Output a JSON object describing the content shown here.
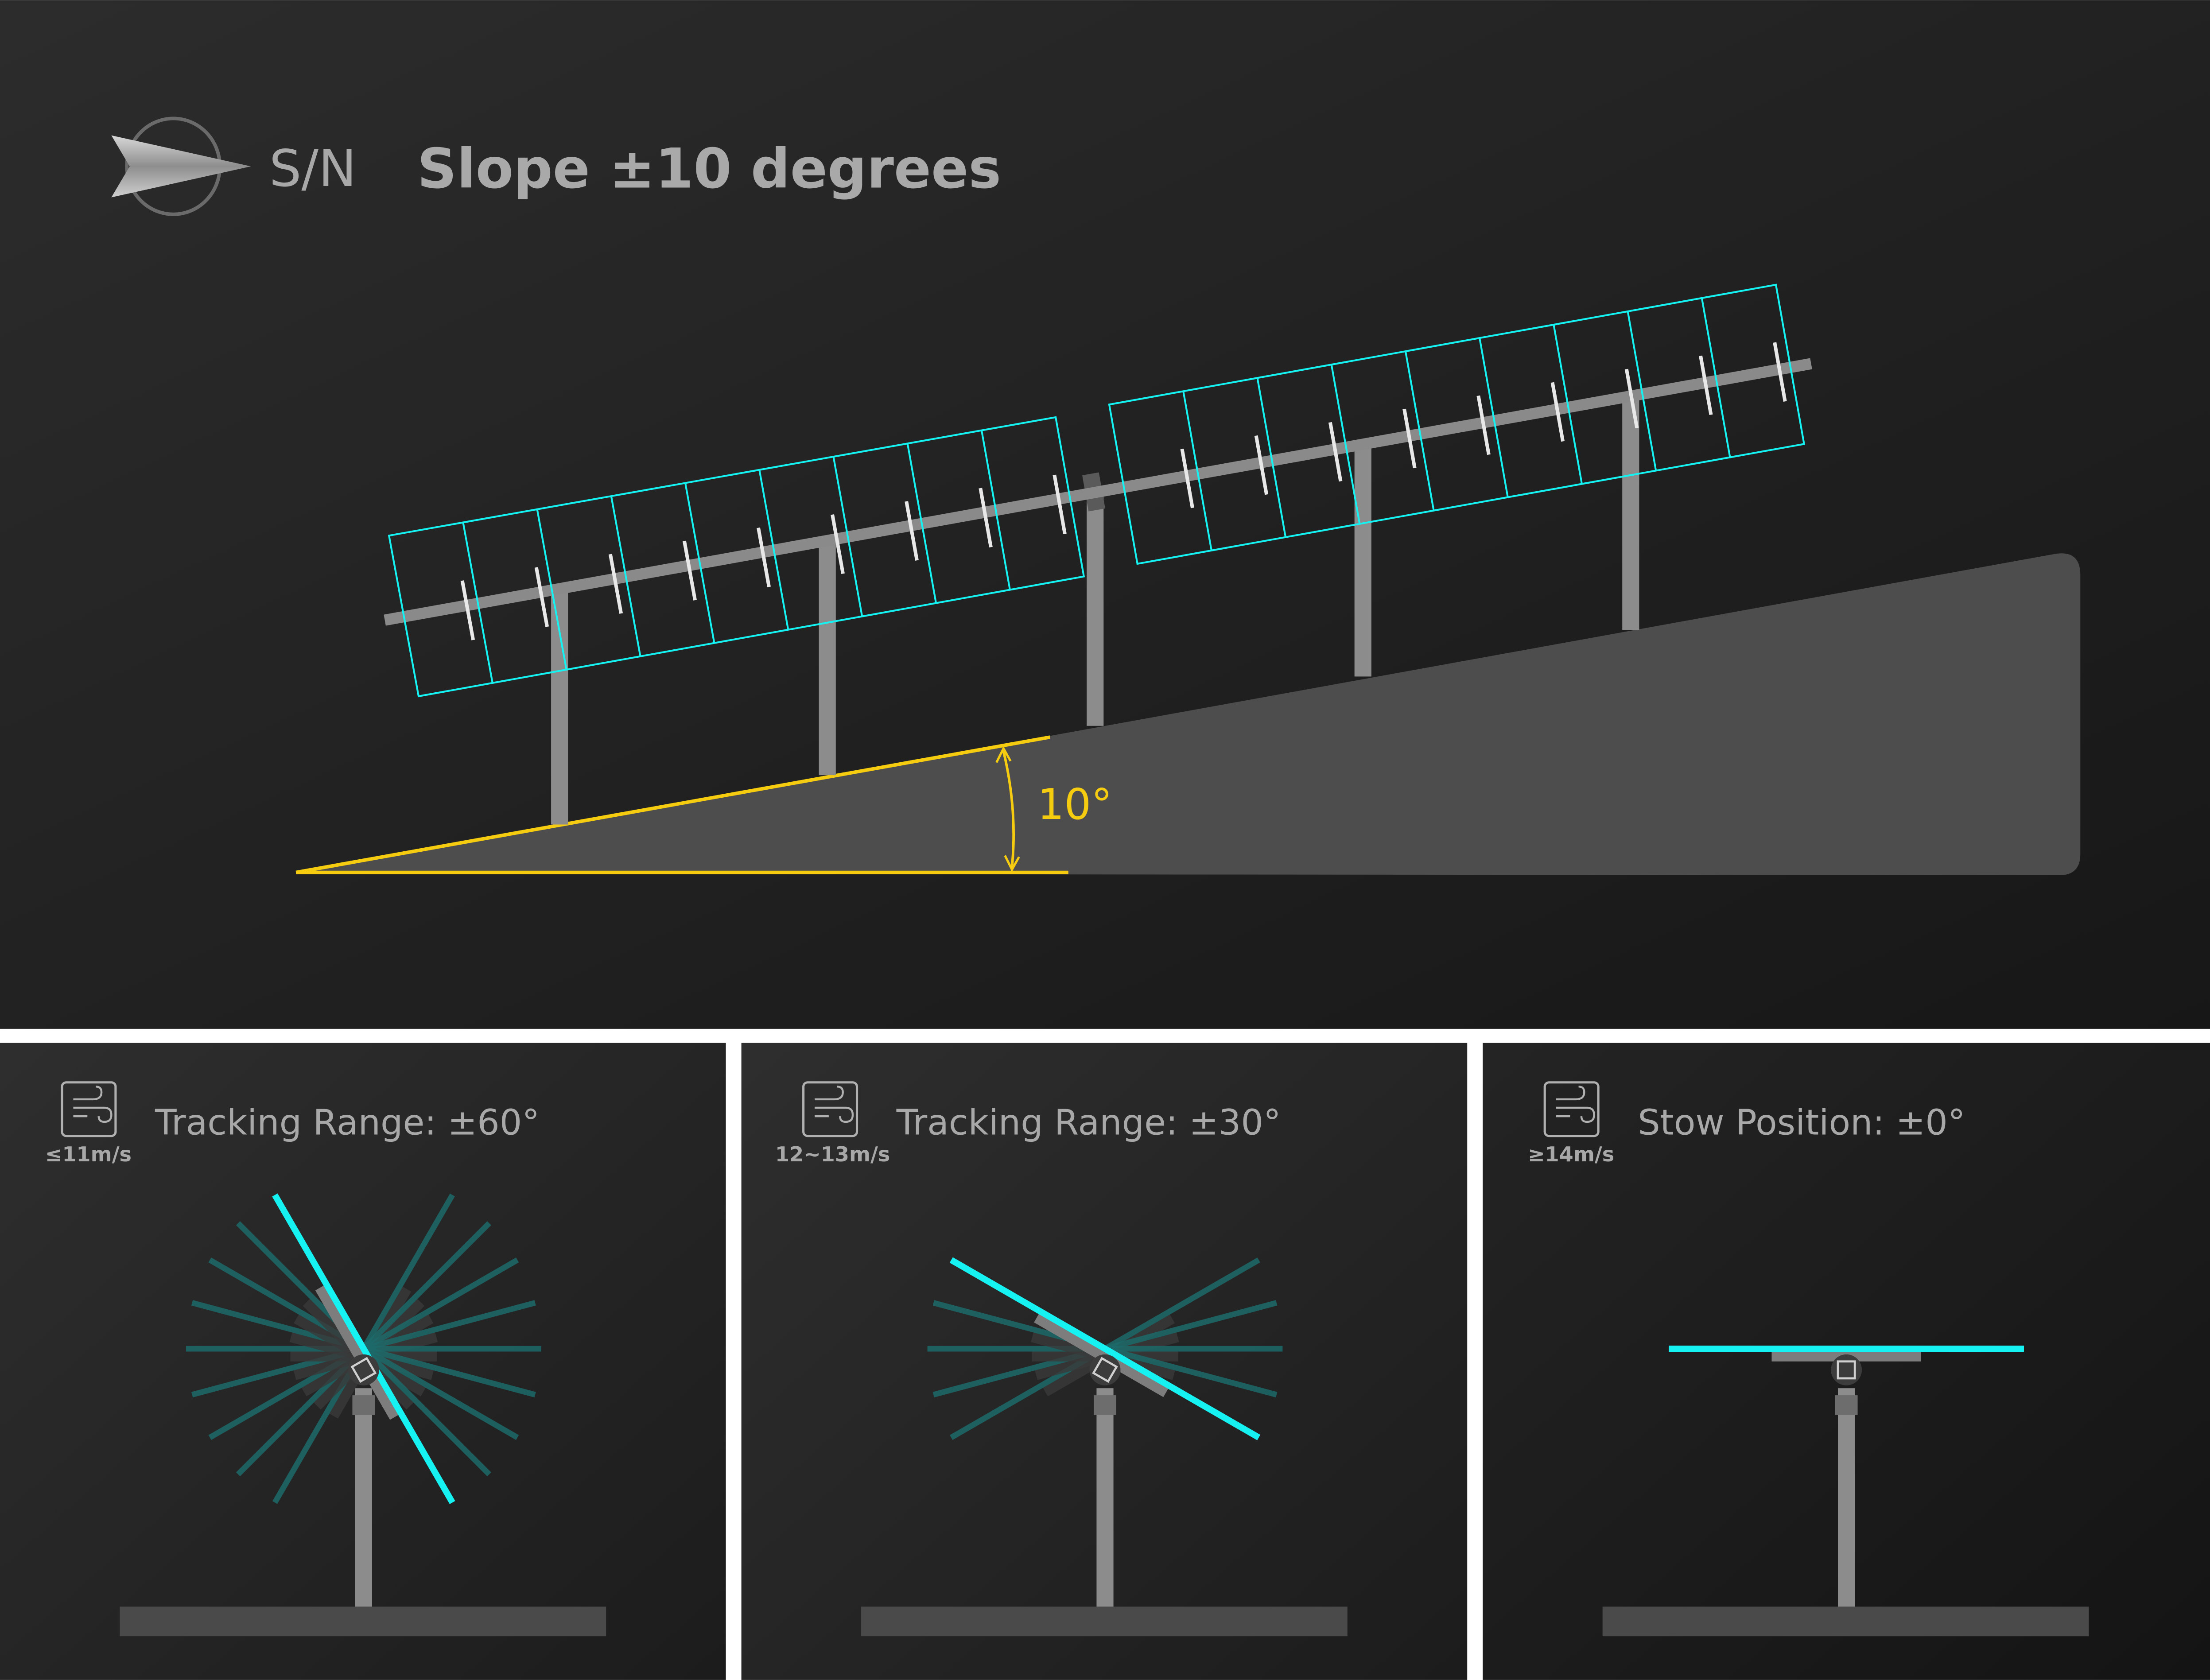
{
  "header": {
    "orientation_label": "S/N",
    "title": "Slope ±10 degrees",
    "slope_angle_label": "10°"
  },
  "slope_degrees": 10,
  "modes": [
    {
      "title": "Tracking Range: ±60°",
      "wind": "≤11m/s",
      "range_deg": 60,
      "active_deg": 60,
      "icon": "wind-icon"
    },
    {
      "title": "Tracking Range: ±30°",
      "wind": "12~13m/s",
      "range_deg": 30,
      "active_deg": 30,
      "icon": "wind-icon"
    },
    {
      "title": "Stow Position: ±0°",
      "wind": "≥14m/s",
      "range_deg": 0,
      "active_deg": 0,
      "icon": "wind-icon"
    }
  ],
  "arrays": {
    "module_columns_per_array": 9,
    "array_count": 2
  },
  "colors": {
    "cyan": "#16f2f2",
    "faded_cyan": "#1d6a6a",
    "yellow": "#f5cc10",
    "ground": "#4d4d4d",
    "steel": "#8c8c8c",
    "text": "#a8a8a8"
  }
}
